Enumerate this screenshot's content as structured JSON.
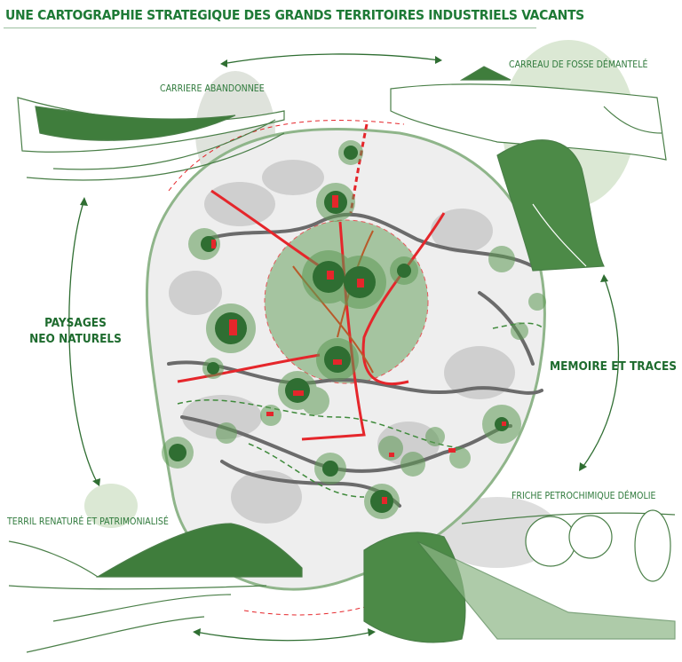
{
  "title": "UNE CARTOGRAPHIE STRATEGIQUE  DES GRANDS TERRITOIRES INDUSTRIELS VACANTS",
  "sites": {
    "top_left": "CARRIERE ABANDONNEE",
    "top_right": "CARREAU DE FOSSE DÉMANTELÉ",
    "bottom_left": "TERRIL RENATURÉ ET  PATRIMONIALISÉ",
    "bottom_right": "FRICHE PETROCHIMIQUE DÉMOLIE"
  },
  "themes": {
    "left_line1": "PAYSAGES",
    "left_line2": "NEO NATURELS",
    "right": "MEMOIRE ET TRACES"
  },
  "colors": {
    "dark_green": "#2f6e32",
    "mid_green": "#5c9a5a",
    "light_green": "#cfe0c6",
    "red": "#e5262b",
    "grey": "#6b6b6b",
    "territory": "#efefef"
  }
}
